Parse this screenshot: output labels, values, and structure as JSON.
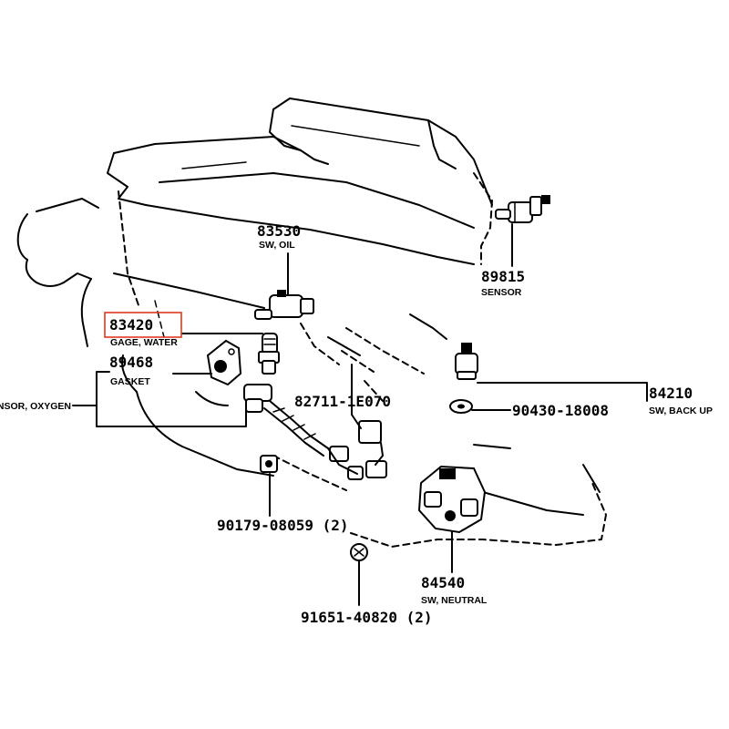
{
  "highlight_color": "#e03a1e",
  "parts": {
    "sw_oil": {
      "number": "83530",
      "name": "SW, OIL"
    },
    "sensor": {
      "number": "89815",
      "name": "SENSOR"
    },
    "gage_water": {
      "number": "83420",
      "name": "GAGE, WATER"
    },
    "gasket": {
      "number": "89468",
      "name": "GASKET"
    },
    "sensor_oxygen": {
      "name": "SENSOR, OXYGEN"
    },
    "sw_back_up": {
      "number": "84210",
      "name": "SW, BACK UP"
    },
    "washer": {
      "number": "90430-18008"
    },
    "wire_harness": {
      "number": "82711-1E070"
    },
    "bolt_left": {
      "number": "90179-08059 (2)"
    },
    "sw_neutral": {
      "number": "84540",
      "name": "SW, NEUTRAL"
    },
    "bolt_bottom": {
      "number": "91651-40820 (2)"
    }
  }
}
